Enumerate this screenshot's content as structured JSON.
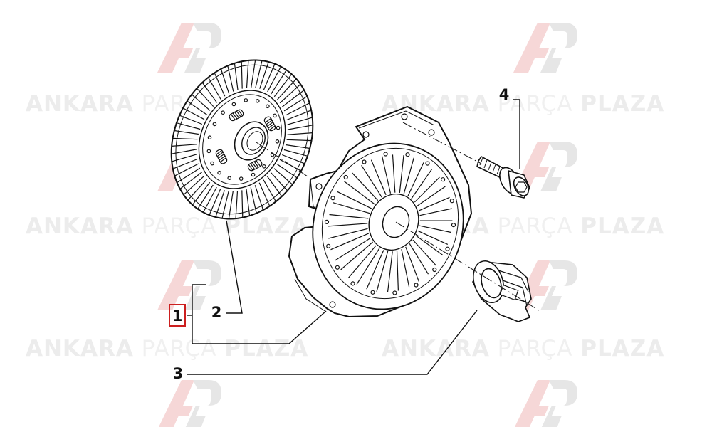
{
  "watermark": {
    "brand_bold_1": "ANKARA",
    "brand_light": "PARÇA",
    "brand_bold_2": "PLAZA",
    "colors": {
      "logo_red": "#f6d7d7",
      "logo_gray": "#e4e4e4",
      "text": "#ececec"
    }
  },
  "callouts": {
    "item_1": "1",
    "item_2": "2",
    "item_3": "3",
    "item_4": "4"
  },
  "colors": {
    "highlight_box": "#cc1f1f",
    "line": "#111111"
  }
}
